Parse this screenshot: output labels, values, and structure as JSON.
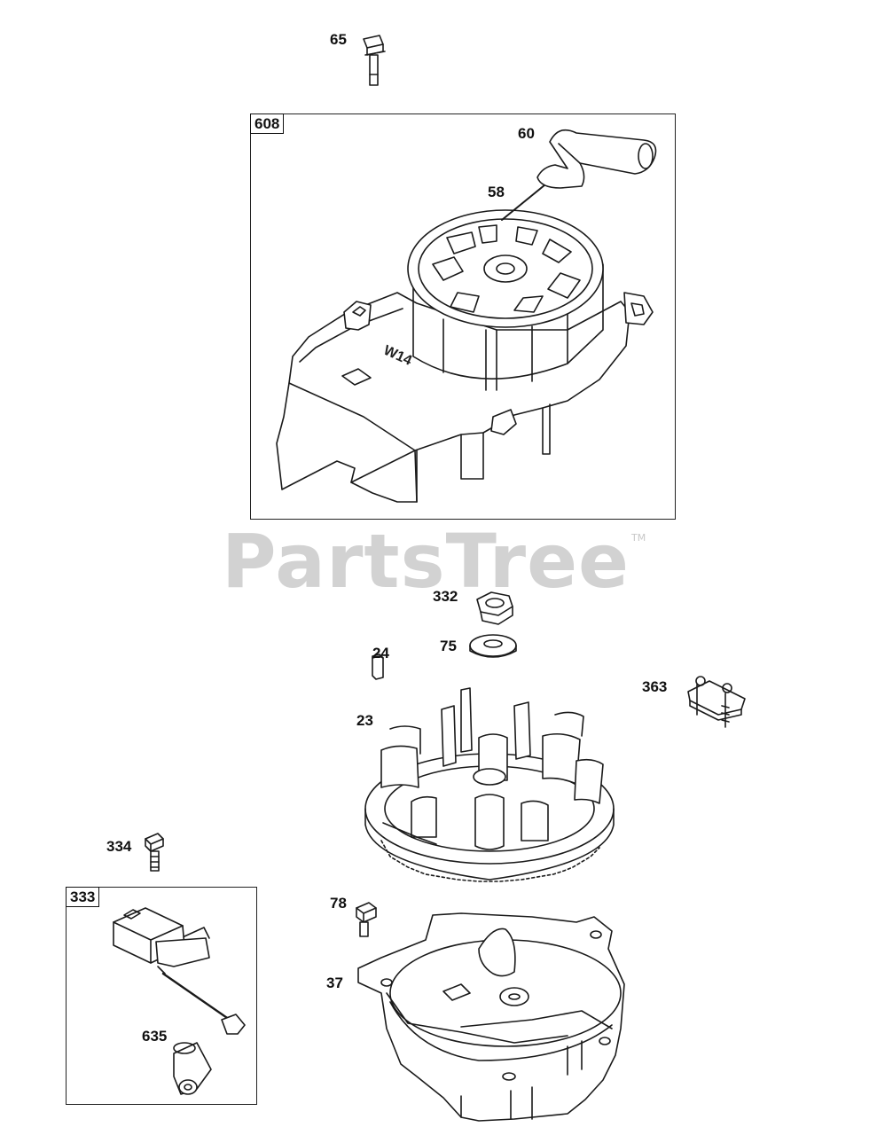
{
  "watermark": {
    "text": "PartsTree",
    "tm": "TM"
  },
  "callouts": {
    "p65": "65",
    "p608": "608",
    "p60": "60",
    "p58": "58",
    "p332": "332",
    "p75": "75",
    "p24": "24",
    "p363": "363",
    "p23": "23",
    "p334": "334",
    "p333": "333",
    "p78": "78",
    "p37": "37",
    "p635": "635"
  },
  "stamp": "W14"
}
